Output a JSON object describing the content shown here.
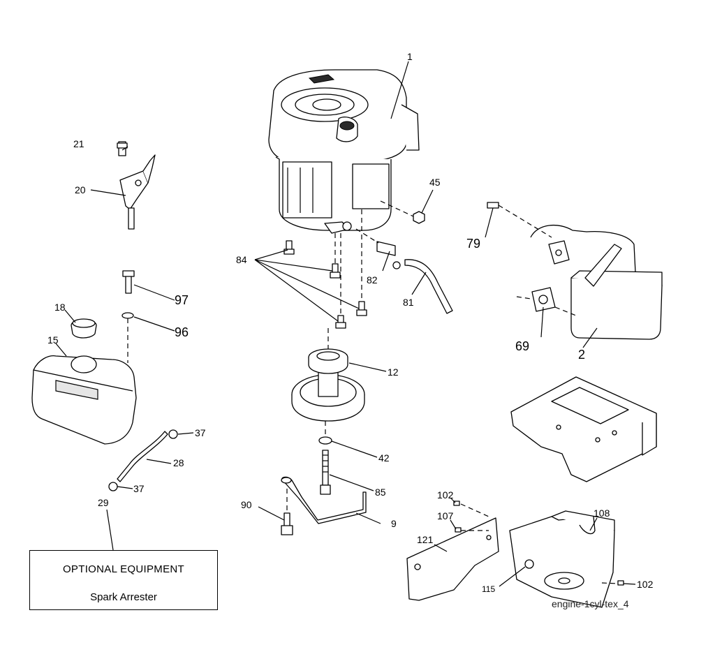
{
  "callouts": {
    "c1": "1",
    "c2": "2",
    "c9": "9",
    "c12": "12",
    "c15": "15",
    "c18": "18",
    "c20": "20",
    "c21": "21",
    "c28": "28",
    "c29": "29",
    "c37a": "37",
    "c37b": "37",
    "c42": "42",
    "c45": "45",
    "c69": "69",
    "c79": "79",
    "c81": "81",
    "c82": "82",
    "c84": "84",
    "c85": "85",
    "c90": "90",
    "c96": "96",
    "c97": "97",
    "c102a": "102",
    "c102b": "102",
    "c107": "107",
    "c108": "108",
    "c115": "115",
    "c121": "121"
  },
  "optional_box": {
    "title": "OPTIONAL EQUIPMENT",
    "item": "Spark Arrester"
  },
  "diagram_code": "engine-1cyl-tex_4"
}
